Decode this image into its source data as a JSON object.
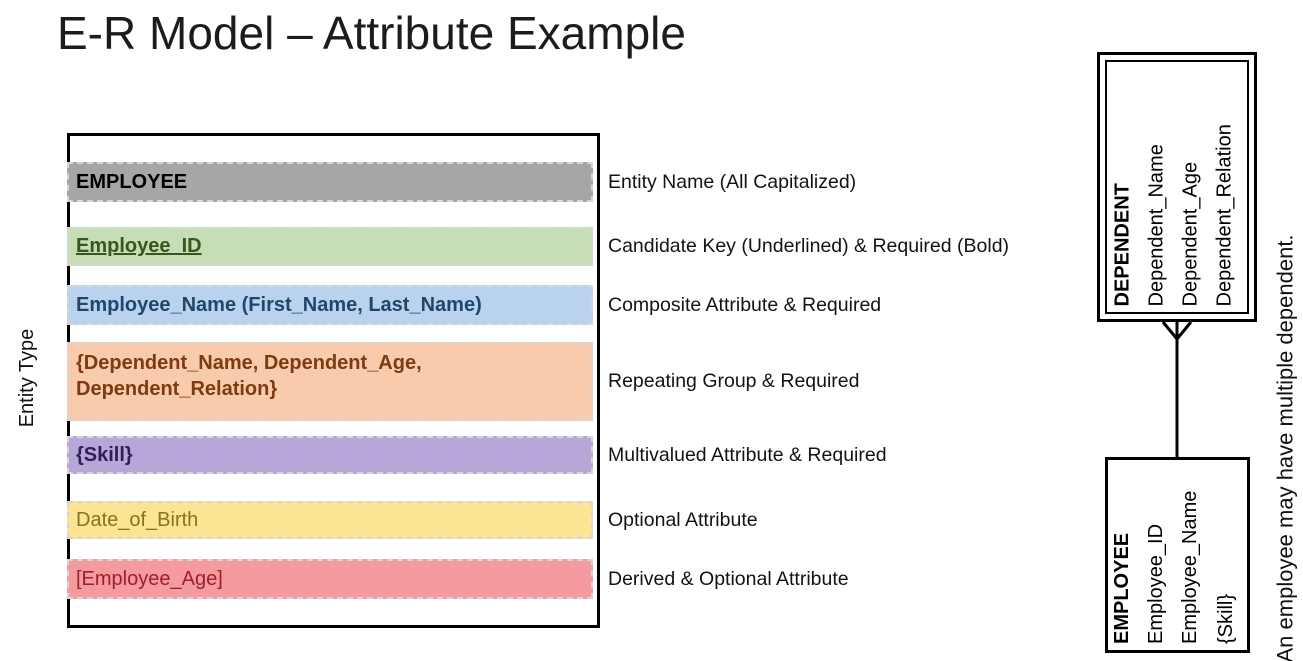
{
  "title": "E-R Model – Attribute Example",
  "left_label": "Entity Type",
  "entity_table": {
    "entity_box_border": "#000000",
    "rows": [
      {
        "text": "EMPLOYEE",
        "annotation": "Entity Name (All Capitalized)",
        "bg": "#a6a6a6",
        "fg": "#000000",
        "bold": true,
        "underline": false
      },
      {
        "text": "Employee_ID",
        "annotation": "Candidate Key (Underlined) & Required (Bold)",
        "bg": "#c7ddb5",
        "fg": "#36571d",
        "bold": true,
        "underline": true
      },
      {
        "text": "Employee_Name (First_Name, Last_Name)",
        "annotation": "Composite Attribute & Required",
        "bg": "#b9d3ee",
        "fg": "#20476b",
        "bold": true,
        "underline": false
      },
      {
        "text": "{Dependent_Name, Dependent_Age, Dependent_Relation}",
        "annotation": "Repeating Group & Required",
        "bg": "#f8cbac",
        "fg": "#7e3a12",
        "bold": true,
        "underline": false
      },
      {
        "text": "{Skill}",
        "annotation": "Multivalued Attribute & Required",
        "bg": "#b6a7d8",
        "fg": "#2e2052",
        "bold": true,
        "underline": false
      },
      {
        "text": "Date_of_Birth",
        "annotation": "Optional Attribute",
        "bg": "#fce494",
        "fg": "#86741c",
        "bold": false,
        "underline": false
      },
      {
        "text": "[Employee_Age]",
        "annotation": "Derived & Optional Attribute",
        "bg": "#f59a9e",
        "fg": "#9c2026",
        "bold": false,
        "underline": false
      }
    ]
  },
  "er_diagram": {
    "dependent_entity": {
      "name": "DEPENDENT",
      "attrs": [
        "Dependent_Name",
        "Dependent_Age",
        "Dependent_Relation"
      ],
      "border": "double"
    },
    "employee_entity": {
      "name": "EMPLOYEE",
      "attrs": [
        "Employee_ID",
        "Employee_Name",
        "{Skill}"
      ],
      "border": "single"
    },
    "relationship": "crow-foot-many-at-dependent",
    "caption": "An employee may have multiple dependent."
  }
}
